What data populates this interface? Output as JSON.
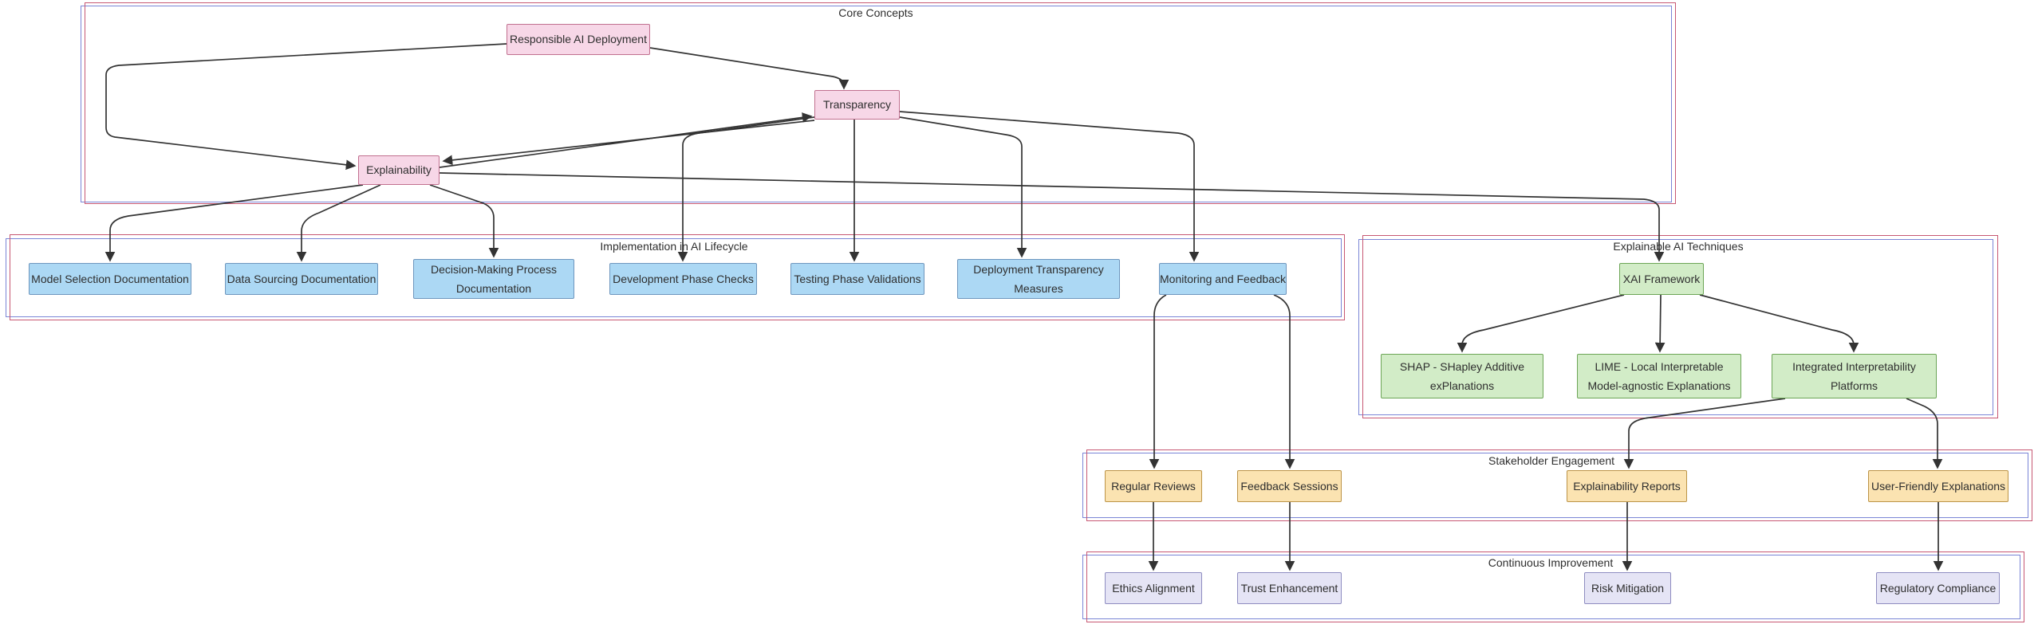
{
  "colors": {
    "background": "#ffffff",
    "edge": "#333333",
    "cluster_blue_border": "#7A85D6",
    "cluster_red_border": "#C75873",
    "text": "#2e2e2e",
    "node_styles": {
      "pink": {
        "fill": "#F7D7E7",
        "stroke": "#C1708F"
      },
      "blue": {
        "fill": "#ACD8F4",
        "stroke": "#6E96BE"
      },
      "green": {
        "fill": "#D2ECC7",
        "stroke": "#6CA556"
      },
      "yellow": {
        "fill": "#FBE3B1",
        "stroke": "#BC9448"
      },
      "purple": {
        "fill": "#E5E4F5",
        "stroke": "#8F8DC1"
      }
    }
  },
  "clusters": [
    {
      "id": "core-concepts",
      "label": "Core Concepts"
    },
    {
      "id": "implementation-in-ai-lifecycle",
      "label": "Implementation in AI Lifecycle"
    },
    {
      "id": "explainable-ai-techniques",
      "label": "Explainable AI Techniques"
    },
    {
      "id": "stakeholder-engagement",
      "label": "Stakeholder Engagement"
    },
    {
      "id": "continuous-improvement",
      "label": "Continuous Improvement"
    }
  ],
  "nodes": [
    {
      "id": "responsible-ai-deployment",
      "label": "Responsible AI Deployment",
      "style": "pink"
    },
    {
      "id": "transparency",
      "label": "Transparency",
      "style": "pink"
    },
    {
      "id": "explainability",
      "label": "Explainability",
      "style": "pink"
    },
    {
      "id": "model-selection-documentation",
      "label": "Model Selection Documentation",
      "style": "blue"
    },
    {
      "id": "data-sourcing-documentation",
      "label": "Data Sourcing Documentation",
      "style": "blue"
    },
    {
      "id": "decision-making-process-documentation",
      "label": "Decision-Making Process Documentation",
      "style": "blue"
    },
    {
      "id": "development-phase-checks",
      "label": "Development Phase Checks",
      "style": "blue"
    },
    {
      "id": "testing-phase-validations",
      "label": "Testing Phase Validations",
      "style": "blue"
    },
    {
      "id": "deployment-transparency-measures",
      "label": "Deployment Transparency Measures",
      "style": "blue"
    },
    {
      "id": "monitoring-and-feedback",
      "label": "Monitoring and Feedback",
      "style": "blue"
    },
    {
      "id": "xai-framework",
      "label": "XAI Framework",
      "style": "green"
    },
    {
      "id": "shap",
      "label": "SHAP - SHapley Additive exPlanations",
      "style": "green"
    },
    {
      "id": "lime",
      "label": "LIME - Local Interpretable Model-agnostic Explanations",
      "style": "green"
    },
    {
      "id": "integrated-interpretability-platforms",
      "label": "Integrated Interpretability Platforms",
      "style": "green"
    },
    {
      "id": "regular-reviews",
      "label": "Regular Reviews",
      "style": "yellow"
    },
    {
      "id": "feedback-sessions",
      "label": "Feedback Sessions",
      "style": "yellow"
    },
    {
      "id": "explainability-reports",
      "label": "Explainability Reports",
      "style": "yellow"
    },
    {
      "id": "user-friendly-explanations",
      "label": "User-Friendly Explanations",
      "style": "yellow"
    },
    {
      "id": "ethics-alignment",
      "label": "Ethics Alignment",
      "style": "purple"
    },
    {
      "id": "trust-enhancement",
      "label": "Trust Enhancement",
      "style": "purple"
    },
    {
      "id": "risk-mitigation",
      "label": "Risk Mitigation",
      "style": "purple"
    },
    {
      "id": "regulatory-compliance",
      "label": "Regulatory Compliance",
      "style": "purple"
    }
  ],
  "edges": [
    {
      "from": "responsible-ai-deployment",
      "to": "transparency"
    },
    {
      "from": "responsible-ai-deployment",
      "to": "explainability"
    },
    {
      "from": "transparency",
      "to": "explainability"
    },
    {
      "from": "explainability",
      "to": "transparency"
    },
    {
      "from": "explainability",
      "to": "model-selection-documentation"
    },
    {
      "from": "explainability",
      "to": "data-sourcing-documentation"
    },
    {
      "from": "explainability",
      "to": "decision-making-process-documentation"
    },
    {
      "from": "transparency",
      "to": "development-phase-checks"
    },
    {
      "from": "transparency",
      "to": "testing-phase-validations"
    },
    {
      "from": "transparency",
      "to": "deployment-transparency-measures"
    },
    {
      "from": "transparency",
      "to": "monitoring-and-feedback"
    },
    {
      "from": "explainability",
      "to": "xai-framework"
    },
    {
      "from": "xai-framework",
      "to": "shap"
    },
    {
      "from": "xai-framework",
      "to": "lime"
    },
    {
      "from": "xai-framework",
      "to": "integrated-interpretability-platforms"
    },
    {
      "from": "monitoring-and-feedback",
      "to": "regular-reviews"
    },
    {
      "from": "monitoring-and-feedback",
      "to": "feedback-sessions"
    },
    {
      "from": "integrated-interpretability-platforms",
      "to": "explainability-reports"
    },
    {
      "from": "integrated-interpretability-platforms",
      "to": "user-friendly-explanations"
    },
    {
      "from": "regular-reviews",
      "to": "ethics-alignment"
    },
    {
      "from": "feedback-sessions",
      "to": "trust-enhancement"
    },
    {
      "from": "explainability-reports",
      "to": "risk-mitigation"
    },
    {
      "from": "user-friendly-explanations",
      "to": "regulatory-compliance"
    }
  ]
}
